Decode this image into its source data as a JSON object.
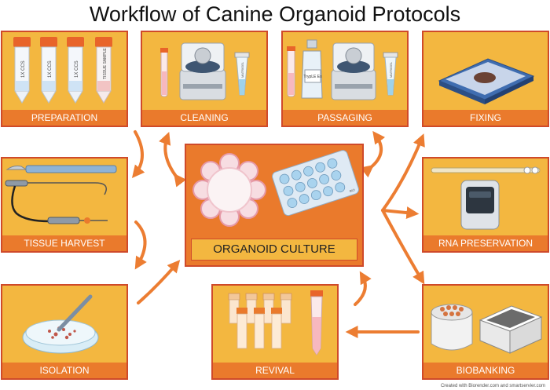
{
  "title": "Workflow of Canine Organoid Protocols",
  "center_label": "ORGANOID CULTURE",
  "plate_label": "BIO",
  "panels": {
    "preparation": {
      "label": "PREPARATION",
      "tubes": [
        "1X CCS",
        "1X CCS",
        "1X CCS",
        "TISSUE SAMPLE"
      ]
    },
    "cleaning": {
      "label": "CLEANING",
      "tube_text": "MATRIGEL"
    },
    "passaging": {
      "label": "PASSAGING",
      "bottle_text": "TrypLE Ex",
      "tube_text": "MATRIGEL"
    },
    "fixing": {
      "label": "FIXING"
    },
    "tissue_harvest": {
      "label": "TISSUE HARVEST"
    },
    "rna_preservation": {
      "label": "RNA PRESERVATION"
    },
    "isolation": {
      "label": "ISOLATION"
    },
    "revival": {
      "label": "REVIVAL"
    },
    "biobanking": {
      "label": "BIOBANKING"
    }
  },
  "credit": "Created with Biorender.com and smartservier.com",
  "colors": {
    "panel": "#f3b740",
    "label_bar": "#ea7a2c",
    "border": "#cf4a2a",
    "arrow": "#ec7d32"
  }
}
